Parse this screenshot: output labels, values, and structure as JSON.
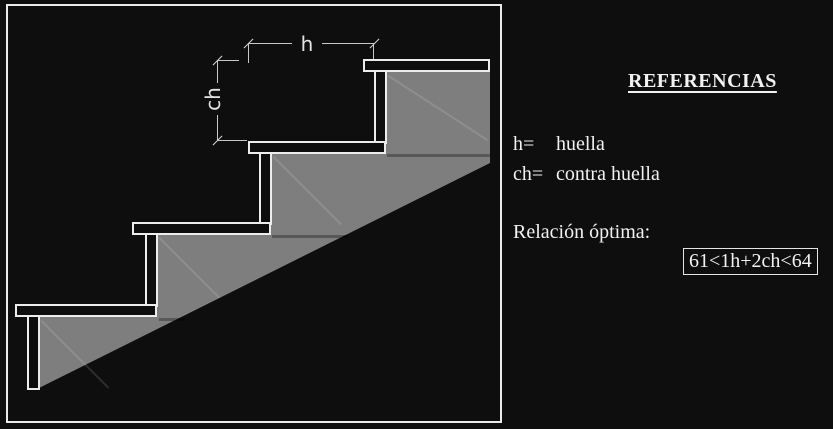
{
  "panel": {
    "title": "REFERENCIAS",
    "definitions": [
      {
        "term": "h=",
        "meaning": "huella"
      },
      {
        "term": "ch=",
        "meaning": "contra huella"
      }
    ],
    "relation_label": "Relación óptima:",
    "formula": "61<1h+2ch<64"
  },
  "diagram": {
    "labels": {
      "tread": "h",
      "riser": "ch"
    },
    "colors": {
      "background": "#0e0e0e",
      "stringer_fill": "#7e7e7e",
      "line": "#ededed",
      "text": "#f2f2f2"
    }
  }
}
